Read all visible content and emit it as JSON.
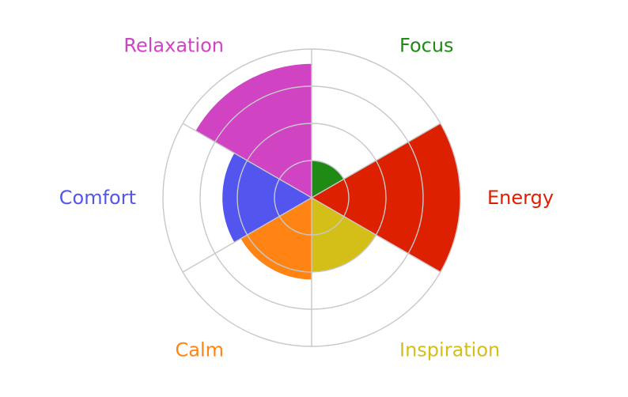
{
  "chart_data": {
    "type": "polar-area",
    "title": "",
    "categories": [
      "Focus",
      "Energy",
      "Inspiration",
      "Calm",
      "Comfort",
      "Relaxation"
    ],
    "values": [
      1.0,
      4.0,
      2.0,
      2.2,
      2.4,
      3.6
    ],
    "colors": [
      "#1f8a14",
      "#dd2000",
      "#d4bf18",
      "#ff8414",
      "#5256ee",
      "#d044c4"
    ],
    "label_colors": [
      "#1f8a14",
      "#dd2000",
      "#d4bf18",
      "#ff8414",
      "#5256ee",
      "#d044c4"
    ],
    "rlim": [
      0,
      4
    ],
    "rings": [
      1,
      2,
      3,
      4
    ],
    "start_angle_deg": 0,
    "direction": "clockwise",
    "grid": true,
    "legend": "none"
  }
}
